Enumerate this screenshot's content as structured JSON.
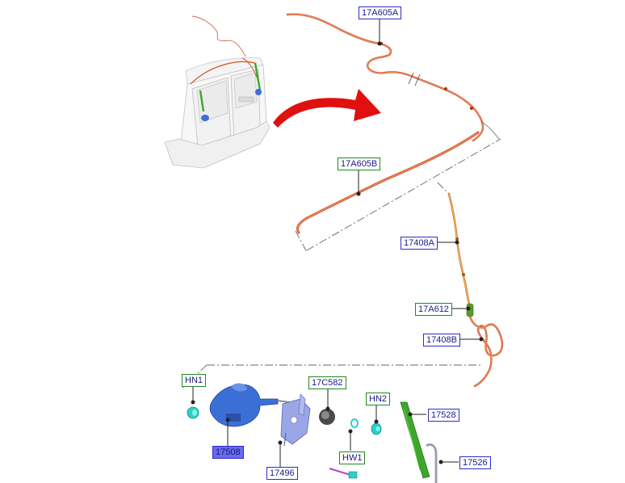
{
  "colors": {
    "hose": "#d2552a",
    "hose_dark": "#a63a18",
    "callout_blue": "#2d2dc8",
    "callout_green": "#1f8a1f",
    "callout_filled": "#6a6af0",
    "arrow": "#e01010",
    "teal": "#2ad1c6",
    "motor": "#3c6fd6",
    "bracket": "#9aa6e6",
    "wiper_arm": "#3ca82a",
    "wiper_blade": "#b8b2c8",
    "leader": "#222222",
    "dashdot": "#666666"
  },
  "icons": {
    "vehicle": "van-rear-tailgate-icon",
    "arrow": "curved-red-arrow-icon"
  },
  "callouts": [
    {
      "id": "17A605A",
      "label": "17A605A",
      "frame": "blue"
    },
    {
      "id": "17A605B",
      "label": "17A605B",
      "frame": "green"
    },
    {
      "id": "17408A",
      "label": "17408A",
      "frame": "blue"
    },
    {
      "id": "17A612",
      "label": "17A612",
      "frame": "green"
    },
    {
      "id": "17408B",
      "label": "17408B",
      "frame": "blue"
    },
    {
      "id": "HN1",
      "label": "HN1",
      "frame": "green"
    },
    {
      "id": "17C582",
      "label": "17C582",
      "frame": "green"
    },
    {
      "id": "HN2",
      "label": "HN2",
      "frame": "green"
    },
    {
      "id": "17528",
      "label": "17528",
      "frame": "blue"
    },
    {
      "id": "17508",
      "label": "17508",
      "frame": "filled"
    },
    {
      "id": "17496",
      "label": "17496",
      "frame": "blue"
    },
    {
      "id": "HW1",
      "label": "HW1",
      "frame": "green"
    },
    {
      "id": "17526",
      "label": "17526",
      "frame": "blue"
    }
  ]
}
